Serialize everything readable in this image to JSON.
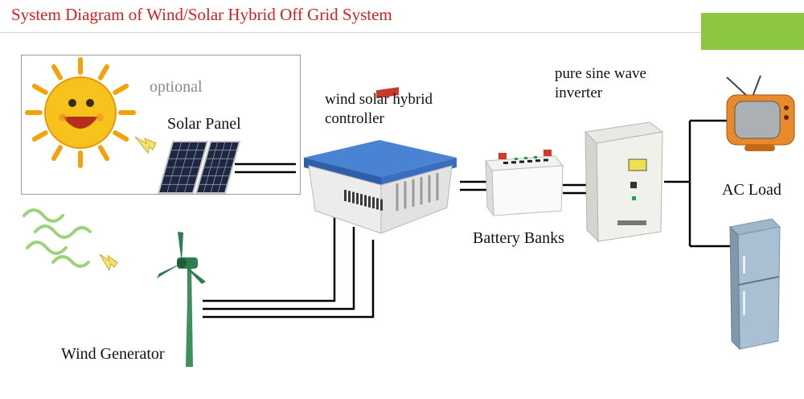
{
  "diagram": {
    "title": "System Diagram of Wind/Solar Hybrid Off Grid System",
    "colors": {
      "title": "#d42020",
      "accent": "#8dc63f",
      "wire": "#000000",
      "controller_blue": "#3d73c6",
      "sun_yellow": "#f7c21b",
      "tower_green": "#2e7d4f"
    },
    "labels": {
      "optional": "optional",
      "solar_panel": "Solar Panel",
      "controller_line1": "wind solar hybrid",
      "controller_line2": "controller",
      "inverter_line1": "pure sine wave",
      "inverter_line2": "inverter",
      "battery": "Battery Banks",
      "ac_load": "AC Load",
      "wind_generator": "Wind Generator"
    },
    "icons": [
      "sun-icon",
      "solar-panel-icon",
      "wind-gust-icon",
      "arrow-icon",
      "wind-turbine-icon",
      "controller-icon",
      "battery-icon",
      "inverter-icon",
      "tv-icon",
      "refrigerator-icon"
    ]
  }
}
